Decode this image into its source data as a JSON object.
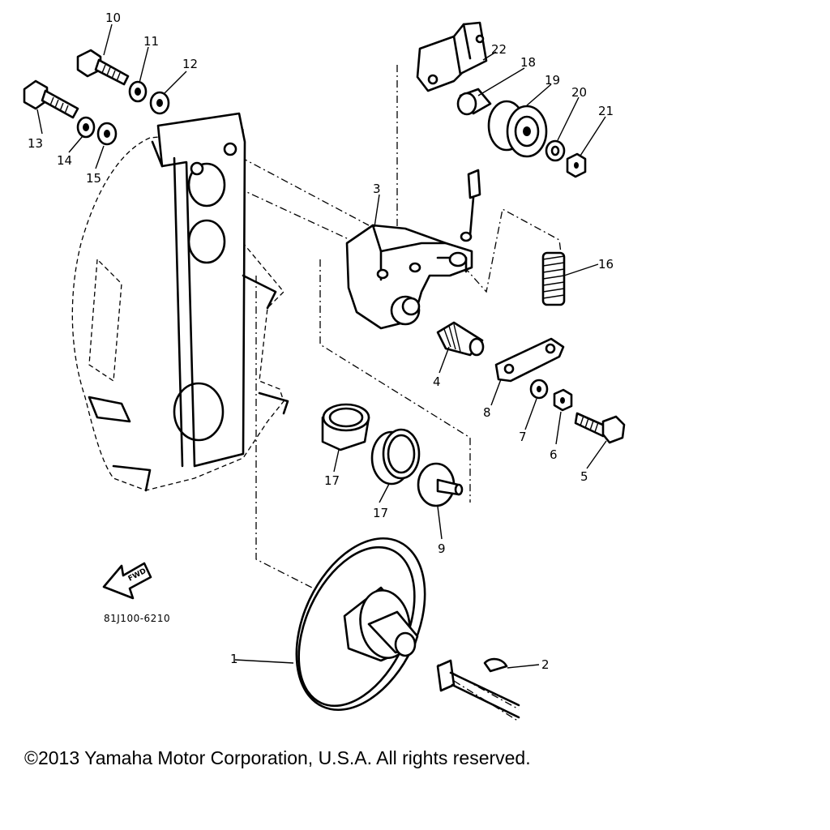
{
  "diagram": {
    "drawing_code": "81J100-6210",
    "direction_label": "FWD",
    "copyright": "©2013 Yamaha Motor Corporation, U.S.A. All rights reserved.",
    "callouts": {
      "c1": "1",
      "c2": "2",
      "c3": "3",
      "c4": "4",
      "c5": "5",
      "c6": "6",
      "c7": "7",
      "c8": "8",
      "c9": "9",
      "c10": "10",
      "c11": "11",
      "c12": "12",
      "c13": "13",
      "c14": "14",
      "c15": "15",
      "c16": "16",
      "c17a": "17",
      "c17b": "17",
      "c18": "18",
      "c19": "19",
      "c20": "20",
      "c21": "21",
      "c22": "22"
    }
  }
}
